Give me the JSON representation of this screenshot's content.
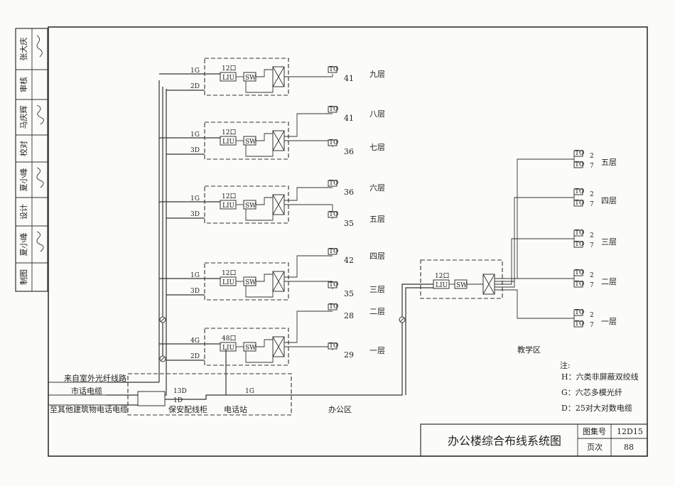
{
  "title_block": {
    "title": "办公楼综合布线系统图",
    "atlas_label": "图集号",
    "atlas_value": "12D15",
    "page_label": "页次",
    "page_value": "88"
  },
  "sidebar": {
    "rows": [
      {
        "name": "张大庆",
        "role": "审核"
      },
      {
        "name": "马庆辉",
        "role": "校对"
      },
      {
        "name": "夏小峰",
        "role": "设计"
      },
      {
        "name": "夏小峰",
        "role": "制图"
      }
    ]
  },
  "office": {
    "area_label": "办公区",
    "floors": [
      "九层",
      "八层",
      "七层",
      "六层",
      "五层",
      "四层",
      "三层",
      "二层",
      "一层"
    ],
    "counts": [
      "41",
      "41",
      "36",
      "36",
      "35",
      "42",
      "35",
      "28",
      "29"
    ],
    "racks": [
      {
        "liu_label": "12口",
        "fiber": "1G",
        "cable": "2D"
      },
      {
        "liu_label": "12口",
        "fiber": "1G",
        "cable": "3D"
      },
      {
        "liu_label": "12口",
        "fiber": "1G",
        "cable": "3D"
      },
      {
        "liu_label": "12口",
        "fiber": "1G",
        "cable": "3D"
      },
      {
        "liu_label": "48口",
        "fiber": "4G",
        "cable": "2D"
      }
    ]
  },
  "device_labels": {
    "liu": "LIU",
    "sw": "SW",
    "to": "TO"
  },
  "entrance": {
    "fiber_in": "来自室外光纤线路",
    "city_cable": "市话电缆",
    "other_building": "至其他建筑物电话电缆",
    "cabinet": "保安配线柜",
    "station": "电话站",
    "cable_13d": "13D",
    "cable_1d": "1D",
    "fiber_1g": "1G"
  },
  "teaching": {
    "area_label": "教学区",
    "liu_label": "12口",
    "floors": [
      "五层",
      "四层",
      "三层",
      "二层",
      "一层"
    ],
    "count_a": "2",
    "count_b": "7"
  },
  "notes": {
    "heading": "注:",
    "items": [
      "H：六类非屏蔽双绞线",
      "G：六芯多模光纤",
      "D：25对大对数电缆"
    ]
  }
}
